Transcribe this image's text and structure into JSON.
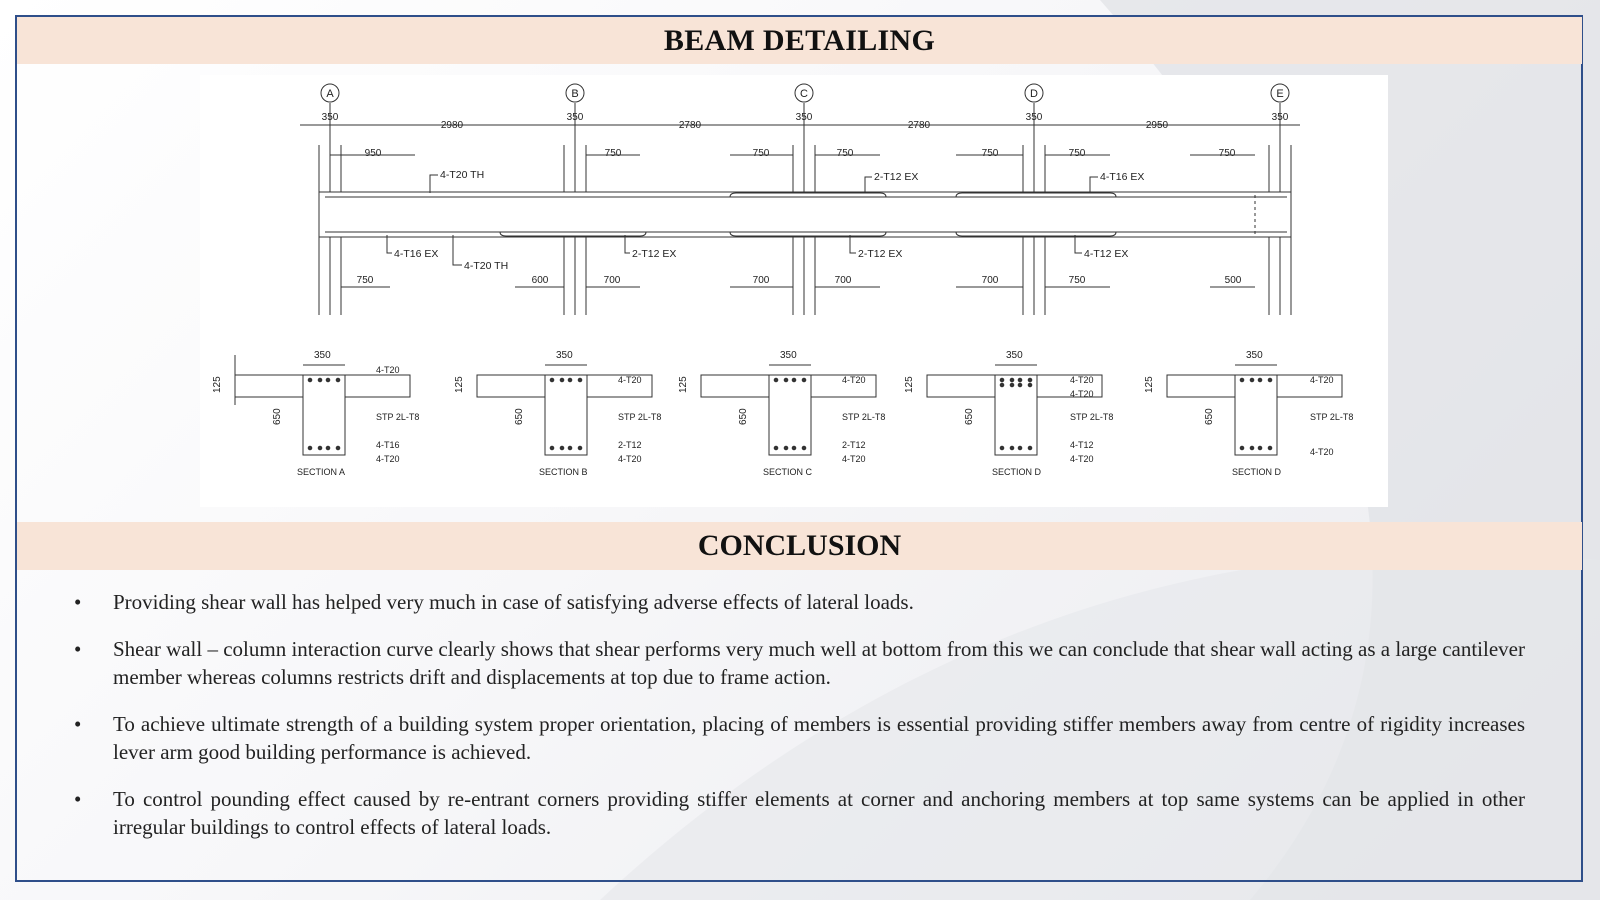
{
  "headings": {
    "beam_detailing": "BEAM DETAILING",
    "conclusion": "CONCLUSION"
  },
  "colors": {
    "frame": "#2f4f8a",
    "heading_band": "#f8e4d7"
  },
  "drawing": {
    "grid_labels": [
      "A",
      "B",
      "C",
      "D",
      "E"
    ],
    "column_width": "350",
    "spans": [
      "2980",
      "2780",
      "2780",
      "2950"
    ],
    "top_extensions": [
      "950",
      "750",
      "750",
      "750",
      "750",
      "750",
      "750"
    ],
    "top_bar_labels": [
      "4-T20 TH",
      "2-T12 EX",
      "4-T16 EX"
    ],
    "bottom_bar_labels": [
      "4-T16 EX",
      "4-T20 TH",
      "2-T12 EX",
      "2-T12 EX",
      "4-T12 EX"
    ],
    "bottom_extensions": [
      "750",
      "600",
      "700",
      "700",
      "700",
      "700",
      "750",
      "500"
    ],
    "sections": [
      {
        "title": "SECTION A",
        "width": "350",
        "slab": "125",
        "depth": "650",
        "labels": [
          "4-T20",
          "STP 2L-T8",
          "4-T16",
          "4-T20"
        ]
      },
      {
        "title": "SECTION B",
        "width": "350",
        "slab": "125",
        "depth": "650",
        "labels": [
          "4-T20",
          "STP 2L-T8",
          "2-T12",
          "4-T20"
        ]
      },
      {
        "title": "SECTION C",
        "width": "350",
        "slab": "125",
        "depth": "650",
        "labels": [
          "4-T20",
          "STP 2L-T8",
          "2-T12",
          "4-T20"
        ]
      },
      {
        "title": "SECTION D",
        "width": "350",
        "slab": "125",
        "depth": "650",
        "labels": [
          "4-T20",
          "4-T20",
          "STP 2L-T8",
          "4-T12",
          "4-T20"
        ]
      },
      {
        "title": "SECTION D",
        "width": "350",
        "slab": "125",
        "depth": "650",
        "labels": [
          "4-T20",
          "STP 2L-T8",
          "4-T20"
        ]
      }
    ]
  },
  "conclusion": {
    "bullet_char": "•",
    "items": [
      "Providing shear wall has helped very much in case of satisfying adverse effects of lateral loads.",
      "Shear wall – column interaction curve clearly shows that shear performs very much well at bottom from this we can conclude that shear wall acting as a large cantilever member whereas columns restricts drift and displacements at top due to frame action.",
      "To achieve ultimate strength of a building system proper orientation, placing of members is essential providing stiffer members away from centre of rigidity increases lever arm good building performance is achieved.",
      "To control pounding effect caused by re-entrant corners providing stiffer elements at corner and anchoring members at top same systems can be applied in other irregular buildings to control effects of lateral loads."
    ]
  }
}
